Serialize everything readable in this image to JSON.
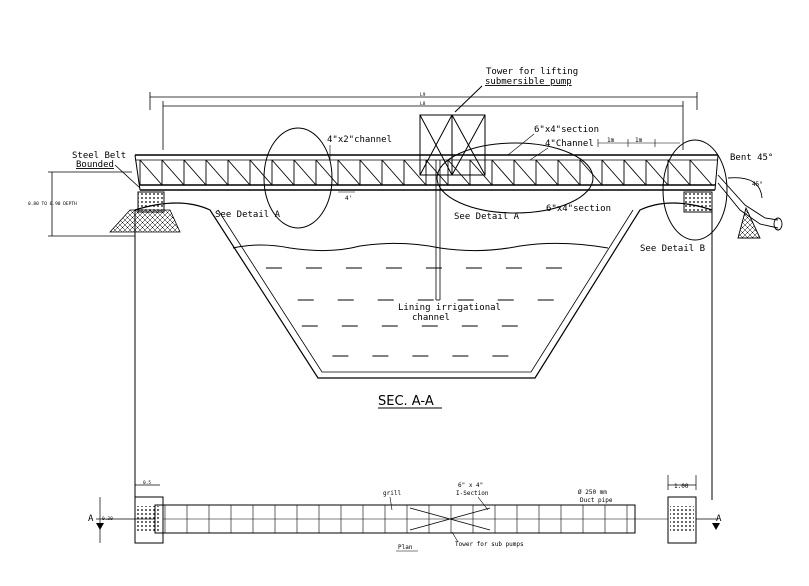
{
  "section": {
    "title": "SEC. A-A",
    "labels": {
      "tower_line1": "Tower for lifting",
      "tower_line2": "submersible pump",
      "steel_belt_line1": "Steel Belt",
      "steel_belt_line2": "Bounded",
      "channel_top": "4\"x2\"channel",
      "section_top": "6\"x4\"section",
      "channel_4": "4\"Channel",
      "dim_1m_a": "1m",
      "dim_1m_b": "1m",
      "bent": "Bent 45°",
      "angle": "45°",
      "four": "4'",
      "see_detail_a_left": "See Detail A",
      "see_detail_a_mid": "See Detail A",
      "section_bottom": "6\"x4\"section",
      "see_detail_b": "See Detail B",
      "lining_line1": "Lining irrigational",
      "lining_line2": "channel",
      "dim_outer": "L9",
      "dim_inner": "L8",
      "left_height_dim": "0.80 TO 0.90 DEPTH"
    }
  },
  "plan": {
    "title": "Plan",
    "labels": {
      "grill": "grill",
      "i_section_line1": "6\" x 4\"",
      "i_section_line2": "I-Section",
      "duct_line1": "Ø 250 mm",
      "duct_line2": "Duct pipe",
      "tower_sub": "Tower for sub pumps",
      "dim_right": "1.00",
      "dim_left_small": "0.5",
      "a_left": "A",
      "a_right": "A",
      "left_side_dim": "0.30"
    }
  }
}
